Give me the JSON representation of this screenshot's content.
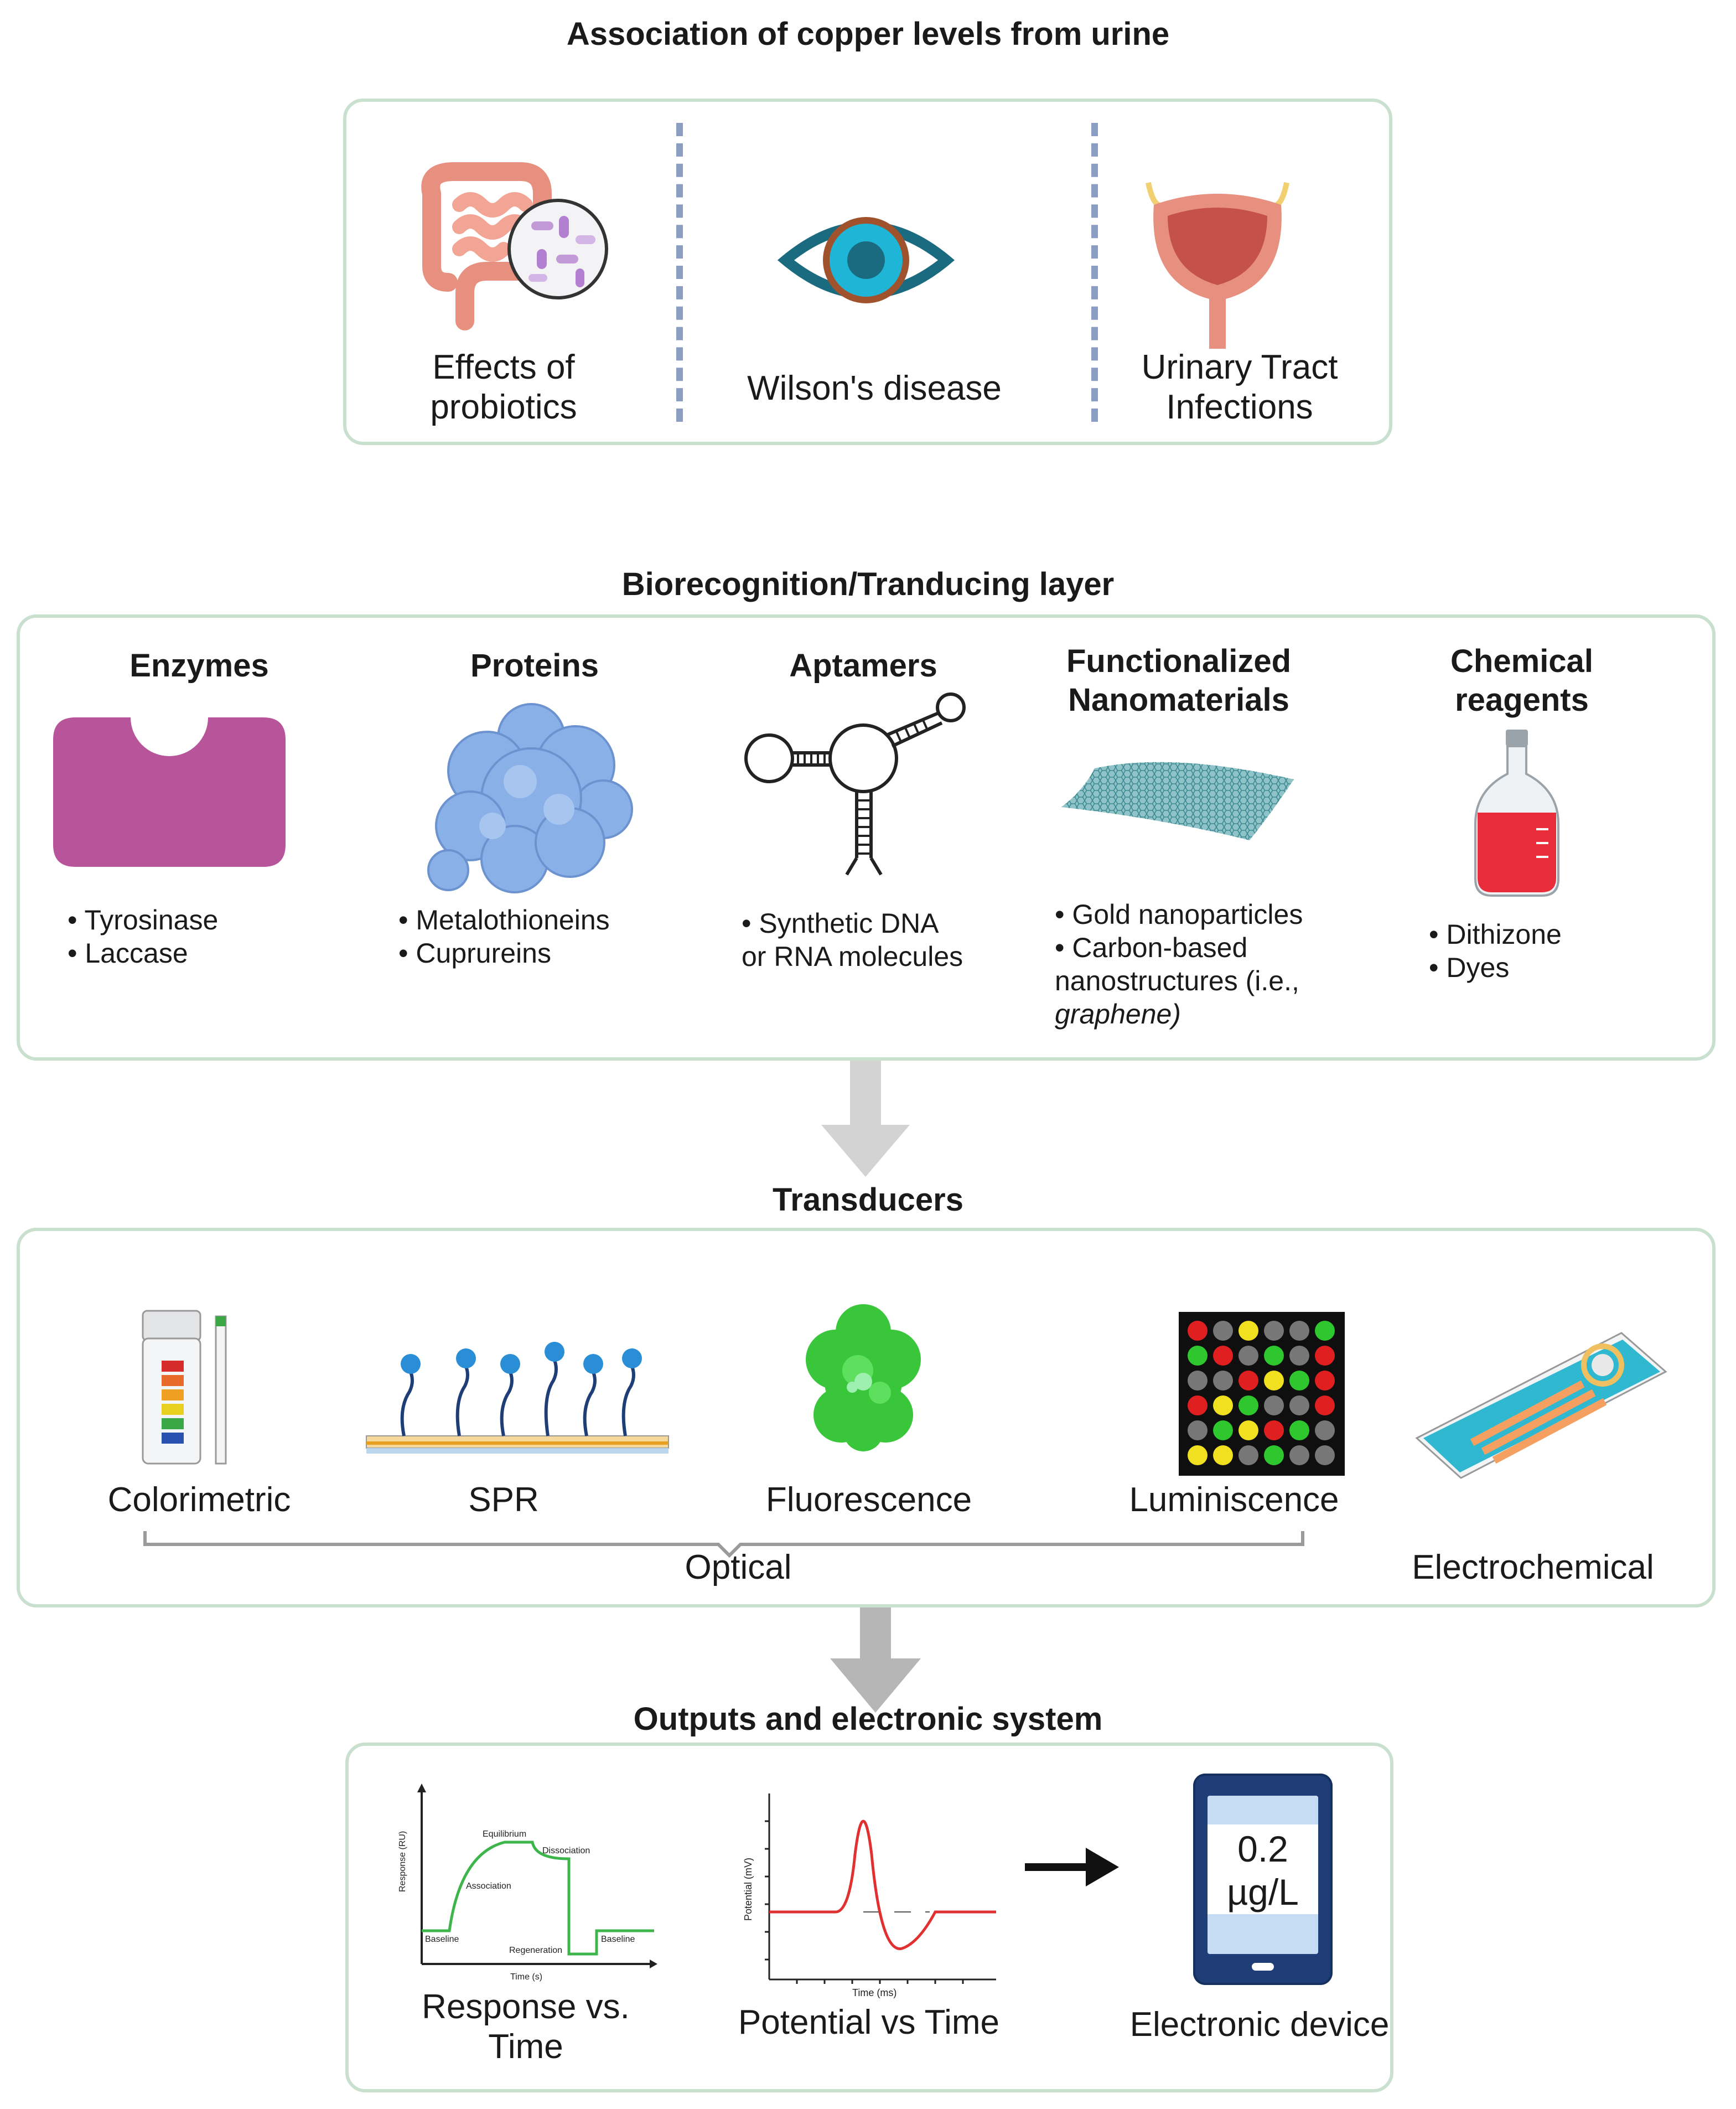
{
  "sections": {
    "association": {
      "title": "Association of copper levels from urine",
      "items": [
        {
          "line1": "Effects of",
          "line2": "probiotics"
        },
        {
          "line1": "Wilson's disease"
        },
        {
          "line1": "Urinary Tract",
          "line2": "Infections"
        }
      ]
    },
    "biorecognition": {
      "title": "Biorecognition/Tranducing layer",
      "columns": [
        {
          "head1": "Enzymes",
          "bullets": [
            "Tyrosinase",
            "Laccase"
          ]
        },
        {
          "head1": "Proteins",
          "bullets": [
            "Metalothioneins",
            "Cuprureins"
          ]
        },
        {
          "head1": "Aptamers",
          "bullets": [
            "Synthetic DNA",
            "or RNA molecules"
          ]
        },
        {
          "head1": "Functionalized",
          "head2": "Nanomaterials",
          "bullets": [
            "Gold nanoparticles",
            "Carbon-based",
            "nanostructures (i.e.,",
            "graphene)"
          ]
        },
        {
          "head1": "Chemical",
          "head2": "reagents",
          "bullets": [
            "Dithizone",
            "Dyes"
          ]
        }
      ]
    },
    "transducers": {
      "title": "Transducers",
      "items": [
        "Colorimetric",
        "SPR",
        "Fluorescence",
        "Luminiscence",
        "Electrochemical"
      ],
      "group_label": "Optical"
    },
    "outputs": {
      "title": "Outputs and electronic system",
      "plot1": {
        "caption1": "Response vs.",
        "caption2": "Time",
        "ylabel": "Response (RU)",
        "xlabel": "Time (s)",
        "annotations": [
          "Baseline",
          "Association",
          "Equilibrium",
          "Dissociation",
          "Regeneration",
          "Baseline"
        ]
      },
      "plot2": {
        "caption": "Potential vs Time",
        "ylabel": "Potential (mV)",
        "xlabel": "Time (ms)"
      },
      "device": {
        "caption": "Electronic device",
        "readout1": "0.2",
        "readout2": "µg/L"
      }
    }
  },
  "colors": {
    "box_border": "#c9e0cf",
    "dash": "#8b9dc3",
    "arrow": "#d3d3d3",
    "enzyme": "#b8559a",
    "protein": "#8ab0e8",
    "sensorgram": "#3db54a",
    "potential": "#e03030",
    "device_frame": "#1f3e78",
    "device_screen": "#c6dcf2"
  }
}
